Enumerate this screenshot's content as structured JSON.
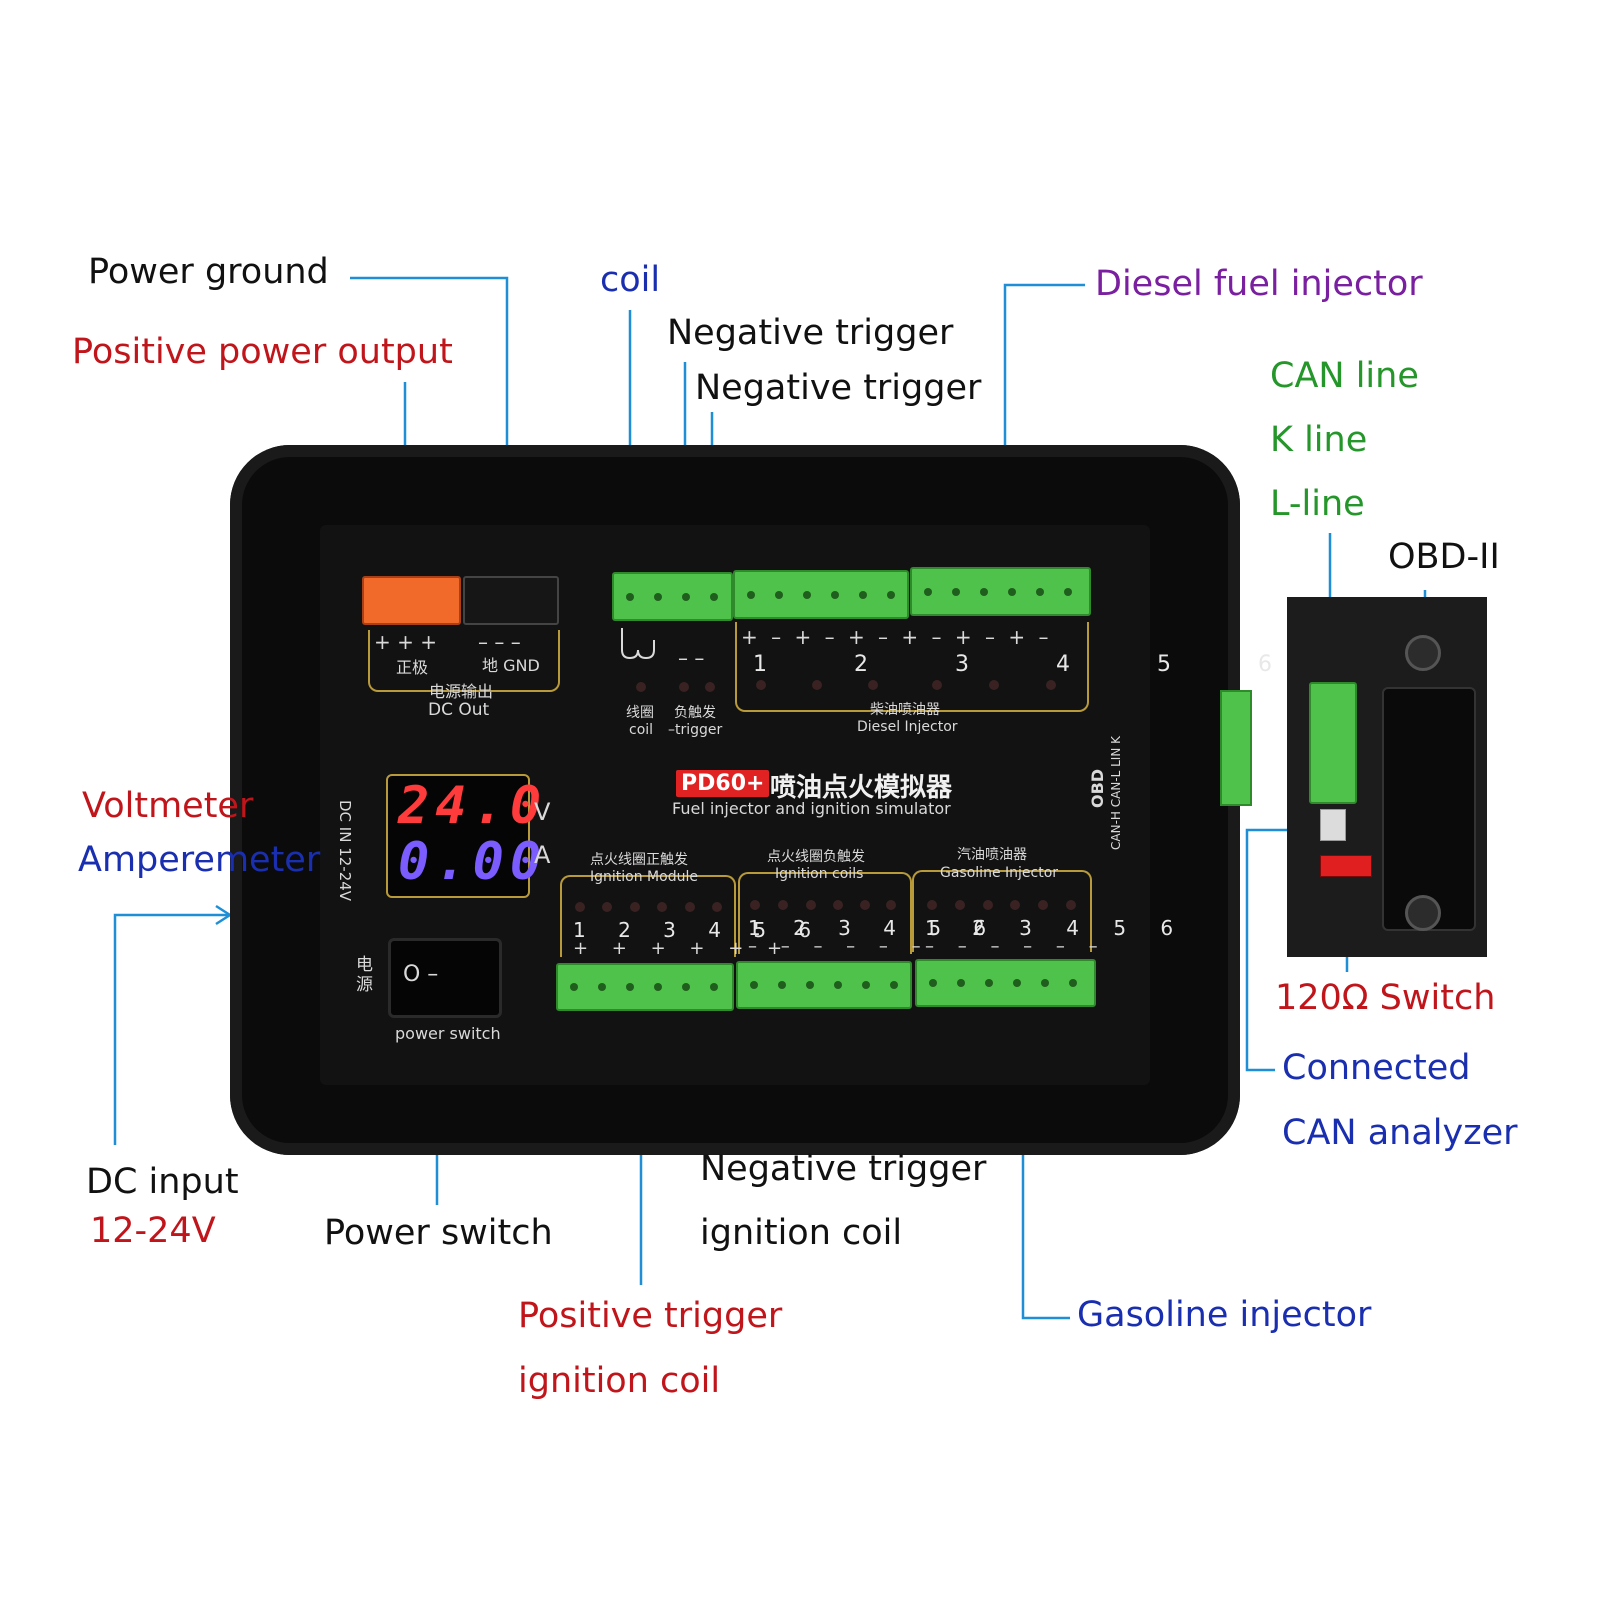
{
  "callouts": {
    "power_ground": "Power ground",
    "positive_power_output": "Positive power output",
    "coil": "coil",
    "negative_trigger_1": "Negative trigger",
    "negative_trigger_2": "Negative trigger",
    "diesel_fuel_injector": "Diesel fuel injector",
    "can_line": "CAN line",
    "k_line": "K line",
    "l_line": "L-line",
    "obd_ii": "OBD-II",
    "voltmeter": "Voltmeter",
    "amperemeter": "Amperemeter",
    "dc_input": "DC input",
    "dc_input_range": "12-24V",
    "power_switch": "Power switch",
    "negative_trigger_ignition_coil_1": "Negative trigger",
    "negative_trigger_ignition_coil_2": "ignition coil",
    "positive_trigger_ignition_coil_1": "Positive trigger",
    "positive_trigger_ignition_coil_2": "ignition coil",
    "gasoline_injector": "Gasoline injector",
    "switch_120": "120Ω Switch",
    "connected_can_1": "Connected",
    "connected_can_2": "CAN analyzer"
  },
  "device": {
    "dc_out_plus": "+ + +",
    "dc_out_minus": "– – –",
    "dc_out_pos_cn": "正极",
    "dc_out_gnd": "地 GND",
    "dc_out_cn": "电源输出",
    "dc_out_en": "DC Out",
    "trigger_minus": "– –",
    "coil_cn": "线圈",
    "coil_en": "coil",
    "neg_trigger_cn": "负触发",
    "neg_trigger_en": "–trigger",
    "diesel_polarity": "+ – + – + – + – + – + –",
    "diesel_numbers": "1 2 3 4 5 6",
    "diesel_cn": "柴油喷油器",
    "diesel_en": "Diesel Injector",
    "badge": "PD60+",
    "title_cn": "喷油点火模拟器",
    "subtitle_en": "Fuel injector and ignition simulator",
    "obd_side": "OBD",
    "obd_pins": "CAN-H CAN-L LIN K",
    "dc_in_side": "DC IN 12-24V",
    "voltage_reading": "24.0",
    "current_reading": "0.00",
    "unit_v": "V",
    "unit_a": "A",
    "power_cn": "电源",
    "switch_symbol": "O –",
    "power_switch_label": "power switch",
    "ign_module_cn": "点火线圈正触发",
    "ign_module_en": "Ignition Module",
    "ign_coils_cn": "点火线圈负触发",
    "ign_coils_en": "Ignition coils",
    "gasoline_cn": "汽油喷油器",
    "gasoline_en": "Gasoline Injector",
    "bottom_numbers": "1 2 3 4 5 6",
    "bottom_plus": "+ + + + + +",
    "bottom_minus": "– – – – – –"
  },
  "colors": {
    "led_red": "#ff2a2a",
    "led_blue": "#6b4bff",
    "terminal_green": "#4ec24a",
    "dc_out_orange": "#f26a2a",
    "leader_blue": "#1e8fd6",
    "panel_gold": "#b99a3a"
  }
}
